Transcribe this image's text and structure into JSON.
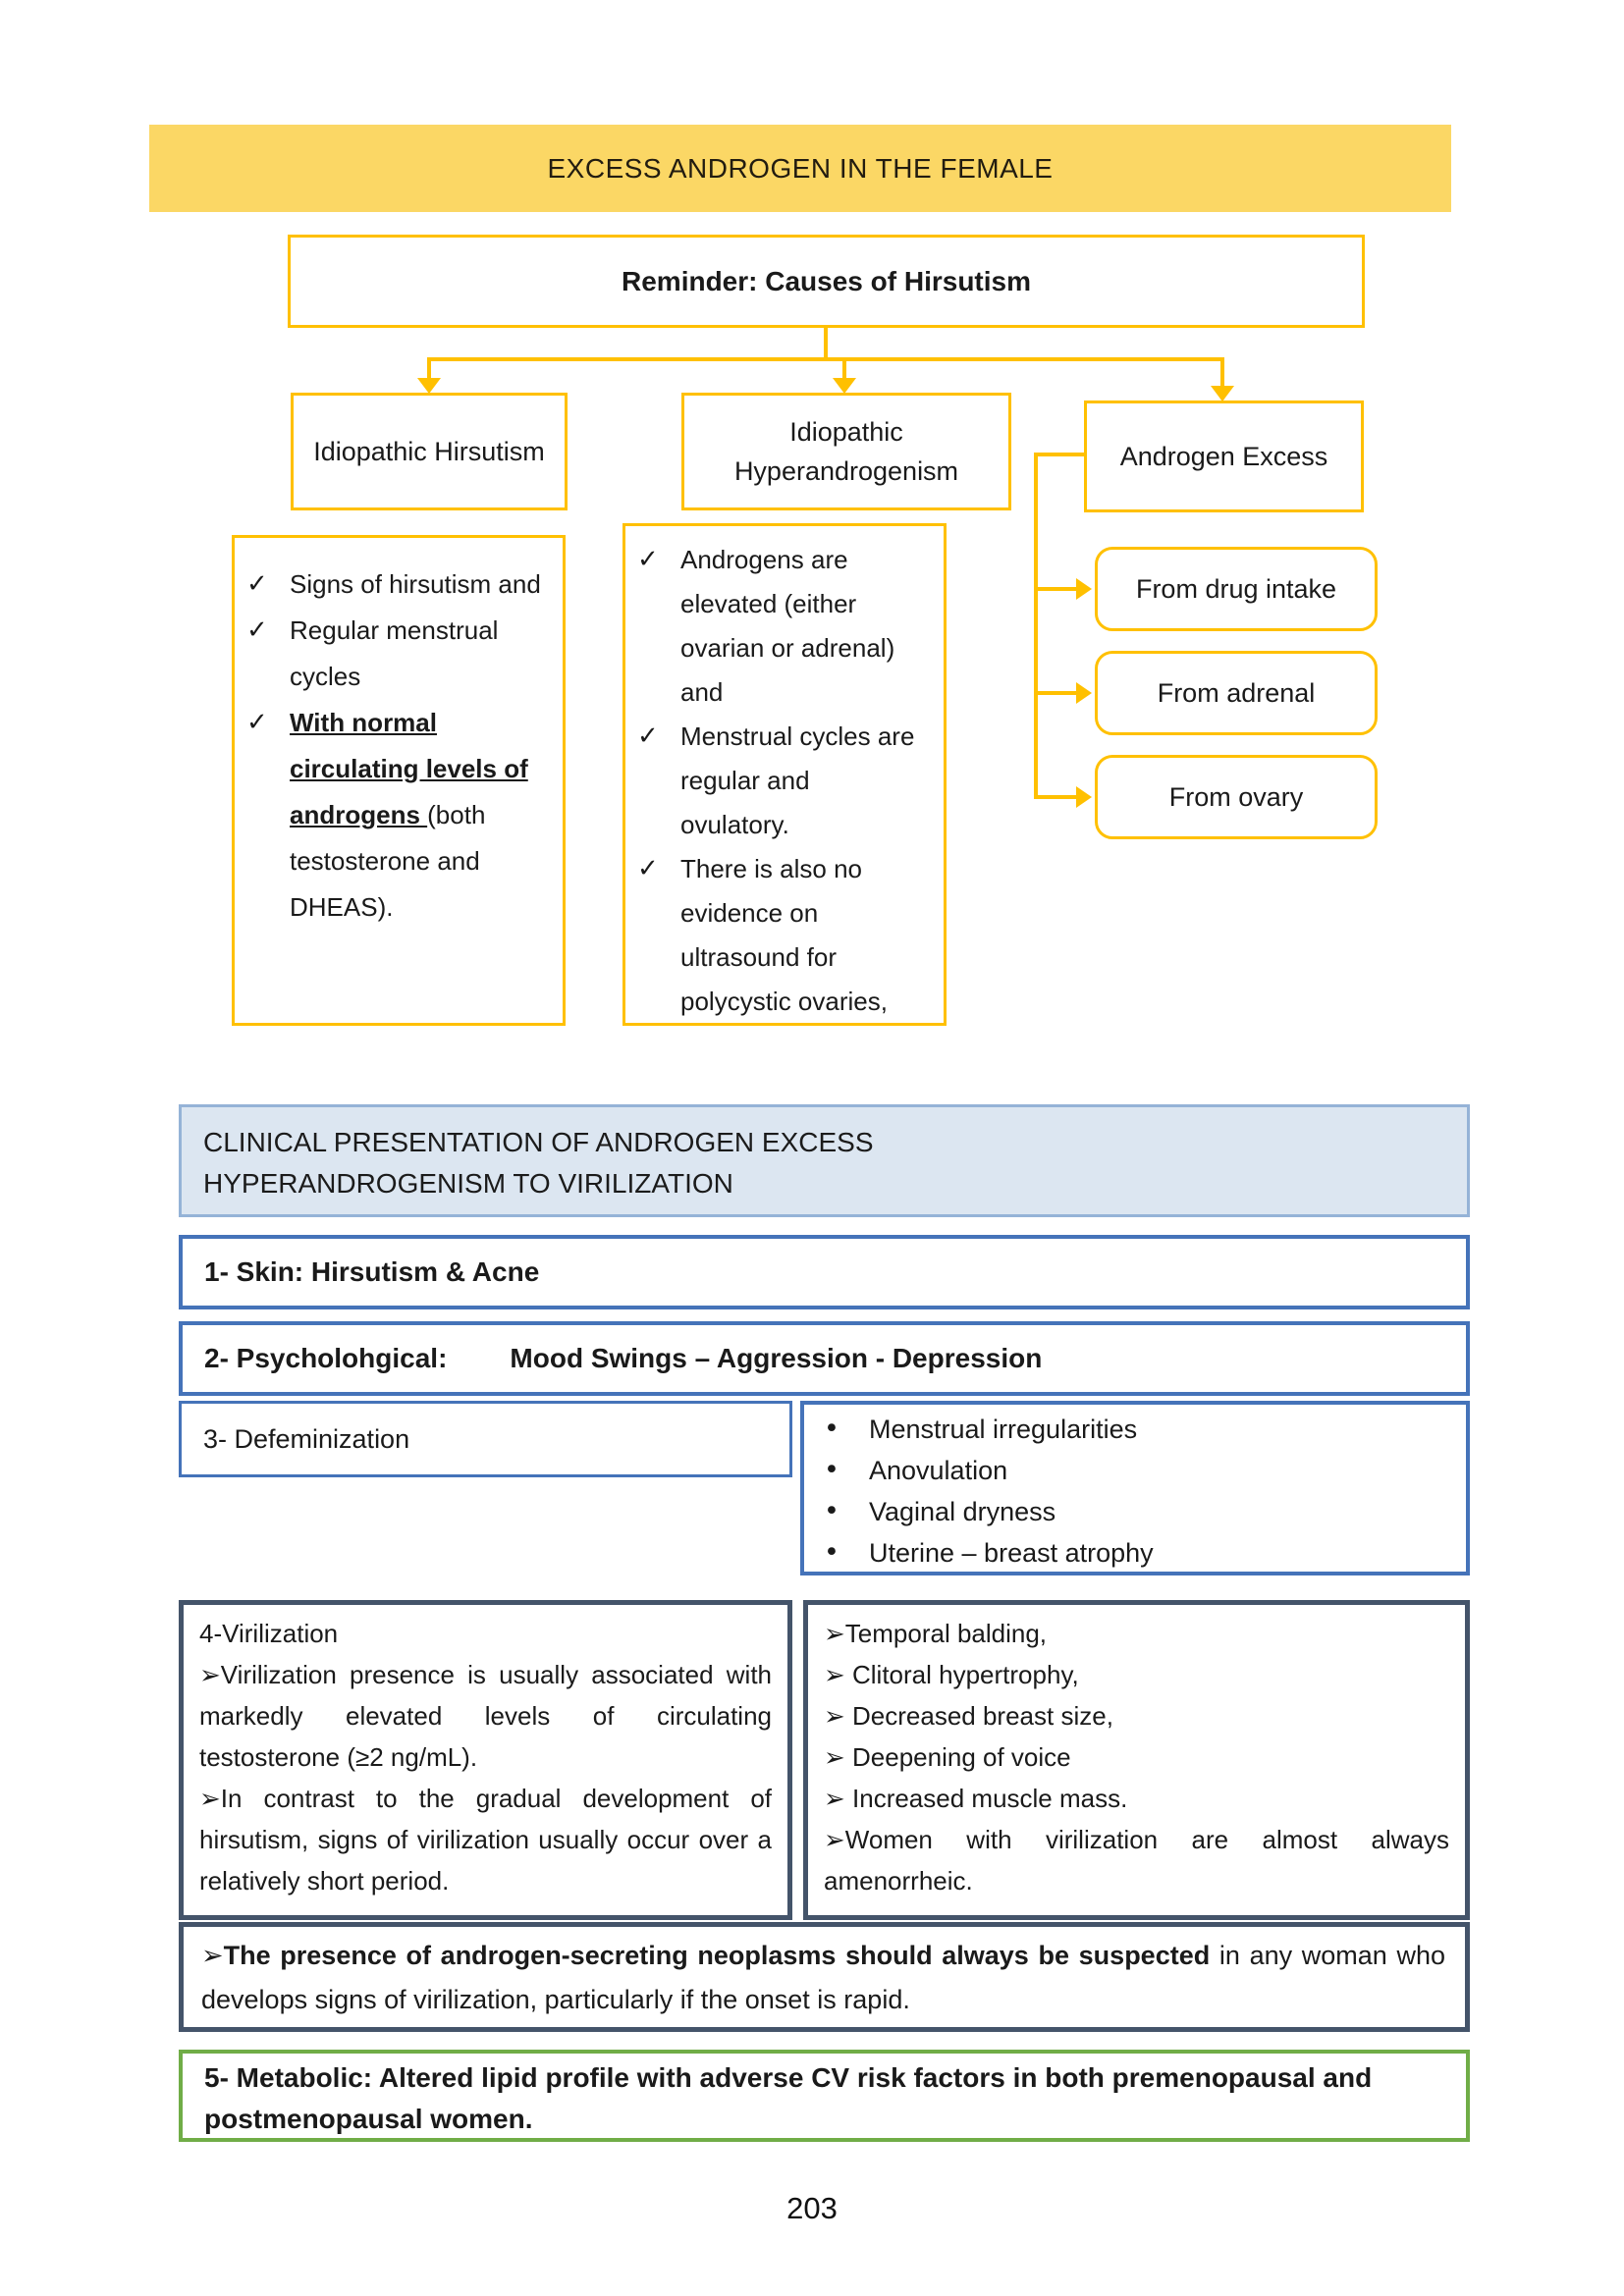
{
  "glyphs": {
    "check": "✓",
    "bullet": "•"
  },
  "colors": {
    "accent_yellow": "#FFC000",
    "banner_fill": "#FBD765",
    "blue_border": "#4573B9",
    "header_border": "#95B3D7",
    "header_fill": "#DCE6F1",
    "dark_slate_border": "#44546A",
    "green_border": "#70AD47"
  },
  "banner": {
    "title": "EXCESS ANDROGEN IN THE FEMALE"
  },
  "flowchart": {
    "root_label": "Reminder: Causes of Hirsutism",
    "branch1": {
      "title": "Idiopathic Hirsutism",
      "items": [
        {
          "text": "Signs of hirsutism and"
        },
        {
          "text": "Regular menstrual cycles"
        },
        {
          "lead": "With normal circulating levels of androgens ",
          "text": "(both testosterone and DHEAS)."
        }
      ]
    },
    "branch2": {
      "title": "Idiopathic Hyperandrogenism",
      "items": [
        {
          "text": "Androgens are elevated (either ovarian or adrenal) and"
        },
        {
          "text": "Menstrual cycles are regular and ovulatory."
        },
        {
          "text": "There is also no evidence on ultrasound for polycystic ovaries,"
        }
      ]
    },
    "branch3": {
      "title": "Androgen Excess",
      "causes": [
        "From drug intake",
        "From adrenal",
        "From ovary"
      ]
    }
  },
  "clinical": {
    "header": {
      "line1": "CLINICAL PRESENTATION OF ANDROGEN EXCESS",
      "line2": "HYPERANDROGENISM TO VIRILIZATION"
    },
    "skin": "1- Skin: Hirsutism & Acne",
    "psychological": {
      "label": "2- Psycholohgical:",
      "text": "Mood Swings – Aggression - Depression"
    },
    "defeminization": {
      "label": "3- Defeminization",
      "items": [
        "Menstrual irregularities",
        "Anovulation",
        "Vaginal dryness",
        "Uterine – breast atrophy"
      ]
    },
    "virilization": {
      "title": "4-Virilization",
      "paragraphs": [
        "➢Virilization presence is usually associated with markedly elevated levels of circulating testosterone (≥2 ng/mL).",
        "➢In contrast to the gradual development of hirsutism, signs of virilization usually occur over a relatively short period."
      ],
      "signs": [
        "➢Temporal balding,",
        "➢ Clitoral hypertrophy,",
        "➢ Decreased breast size,",
        "➢ Deepening of voice",
        "➢ Increased muscle mass.",
        "➢Women with virilization are almost always amenorrheic."
      ]
    },
    "neoplasm": {
      "bold": "➢The presence of androgen-secreting neoplasms should always be suspected",
      "rest": " in any woman who develops signs of virilization, particularly if the onset is rapid."
    },
    "metabolic": "5- Metabolic:  Altered lipid profile with adverse CV risk factors in both premenopausal and postmenopausal women."
  },
  "page_number": "203"
}
